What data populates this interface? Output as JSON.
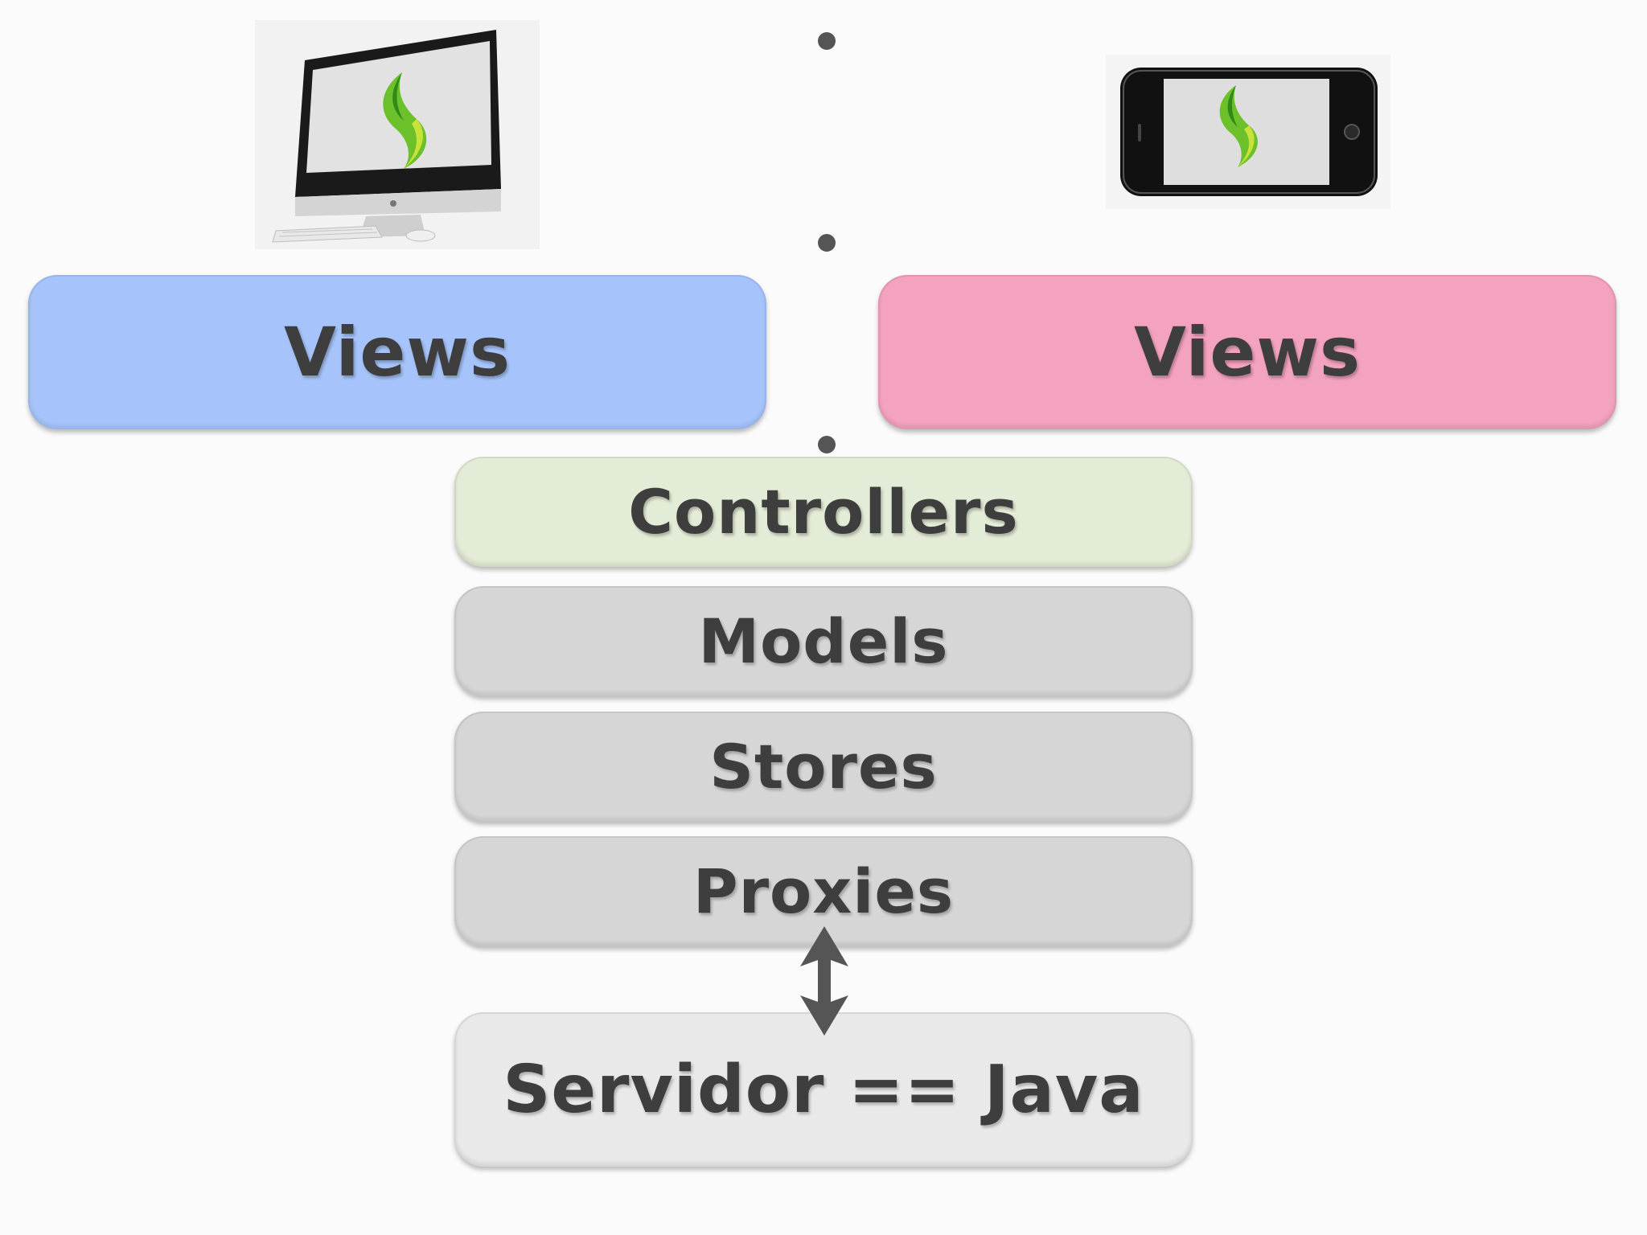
{
  "views_left": {
    "label": "Views"
  },
  "views_right": {
    "label": "Views"
  },
  "layers": {
    "controllers": "Controllers",
    "models": "Models",
    "stores": "Stores",
    "proxies": "Proxies"
  },
  "server": {
    "label": "Servidor == Java"
  },
  "colors": {
    "views_left": "#a6c4fb",
    "views_right": "#f3a2bf",
    "controllers": "#e3ecd6",
    "layer_gray": "#d6d6d6",
    "server": "#e9e9e9",
    "text": "#3e3e3e",
    "leaf_green": "#6cc02a"
  },
  "icons": {
    "desktop": "imac-desktop-icon",
    "phone": "iphone-icon",
    "logo": "sencha-leaf-logo"
  }
}
